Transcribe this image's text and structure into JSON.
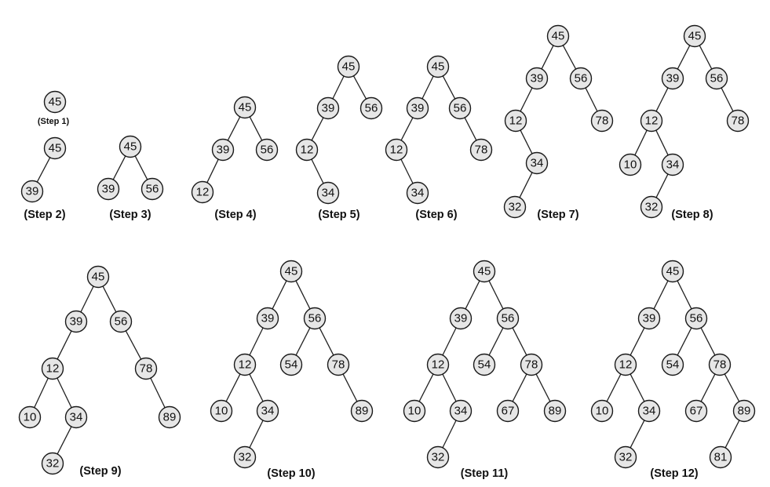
{
  "steps": [
    {
      "label": "(Step 1)",
      "nodes": [
        45
      ],
      "edges": []
    },
    {
      "label": "(Step 2)",
      "nodes": [
        45,
        39
      ],
      "edges": [
        [
          45,
          39
        ]
      ]
    },
    {
      "label": "(Step 3)",
      "nodes": [
        45,
        39,
        56
      ],
      "edges": [
        [
          45,
          39
        ],
        [
          45,
          56
        ]
      ]
    },
    {
      "label": "(Step 4)",
      "nodes": [
        45,
        39,
        56,
        12
      ],
      "edges": [
        [
          45,
          39
        ],
        [
          45,
          56
        ],
        [
          39,
          12
        ]
      ]
    },
    {
      "label": "(Step 5)",
      "nodes": [
        45,
        39,
        56,
        12,
        34
      ],
      "edges": [
        [
          45,
          39
        ],
        [
          45,
          56
        ],
        [
          39,
          12
        ],
        [
          12,
          34
        ]
      ]
    },
    {
      "label": "(Step 6)",
      "nodes": [
        45,
        39,
        56,
        12,
        78,
        34
      ],
      "edges": [
        [
          45,
          39
        ],
        [
          45,
          56
        ],
        [
          39,
          12
        ],
        [
          56,
          78
        ],
        [
          12,
          34
        ]
      ]
    },
    {
      "label": "(Step 7)",
      "nodes": [
        45,
        39,
        56,
        12,
        78,
        34,
        32
      ],
      "edges": [
        [
          45,
          39
        ],
        [
          45,
          56
        ],
        [
          39,
          12
        ],
        [
          56,
          78
        ],
        [
          12,
          34
        ],
        [
          34,
          32
        ]
      ]
    },
    {
      "label": "(Step 8)",
      "nodes": [
        45,
        39,
        56,
        12,
        78,
        10,
        34,
        32
      ],
      "edges": [
        [
          45,
          39
        ],
        [
          45,
          56
        ],
        [
          39,
          12
        ],
        [
          56,
          78
        ],
        [
          12,
          10
        ],
        [
          12,
          34
        ],
        [
          34,
          32
        ]
      ]
    },
    {
      "label": "(Step 9)",
      "nodes": [
        45,
        39,
        56,
        12,
        78,
        10,
        34,
        89,
        32
      ],
      "edges": [
        [
          45,
          39
        ],
        [
          45,
          56
        ],
        [
          39,
          12
        ],
        [
          56,
          78
        ],
        [
          12,
          10
        ],
        [
          12,
          34
        ],
        [
          78,
          89
        ],
        [
          34,
          32
        ]
      ]
    },
    {
      "label": "(Step 10)",
      "nodes": [
        45,
        39,
        56,
        12,
        54,
        78,
        10,
        34,
        89,
        32
      ],
      "edges": [
        [
          45,
          39
        ],
        [
          45,
          56
        ],
        [
          39,
          12
        ],
        [
          56,
          54
        ],
        [
          56,
          78
        ],
        [
          12,
          10
        ],
        [
          12,
          34
        ],
        [
          78,
          89
        ],
        [
          34,
          32
        ]
      ]
    },
    {
      "label": "(Step 11)",
      "nodes": [
        45,
        39,
        56,
        12,
        54,
        78,
        10,
        34,
        67,
        89,
        32
      ],
      "edges": [
        [
          45,
          39
        ],
        [
          45,
          56
        ],
        [
          39,
          12
        ],
        [
          56,
          54
        ],
        [
          56,
          78
        ],
        [
          12,
          10
        ],
        [
          12,
          34
        ],
        [
          78,
          67
        ],
        [
          78,
          89
        ],
        [
          34,
          32
        ]
      ]
    },
    {
      "label": "(Step 12)",
      "nodes": [
        45,
        39,
        56,
        12,
        54,
        78,
        10,
        34,
        67,
        89,
        32,
        81
      ],
      "edges": [
        [
          45,
          39
        ],
        [
          45,
          56
        ],
        [
          39,
          12
        ],
        [
          56,
          54
        ],
        [
          56,
          78
        ],
        [
          12,
          10
        ],
        [
          12,
          34
        ],
        [
          78,
          67
        ],
        [
          78,
          89
        ],
        [
          34,
          32
        ],
        [
          89,
          81
        ]
      ]
    }
  ]
}
